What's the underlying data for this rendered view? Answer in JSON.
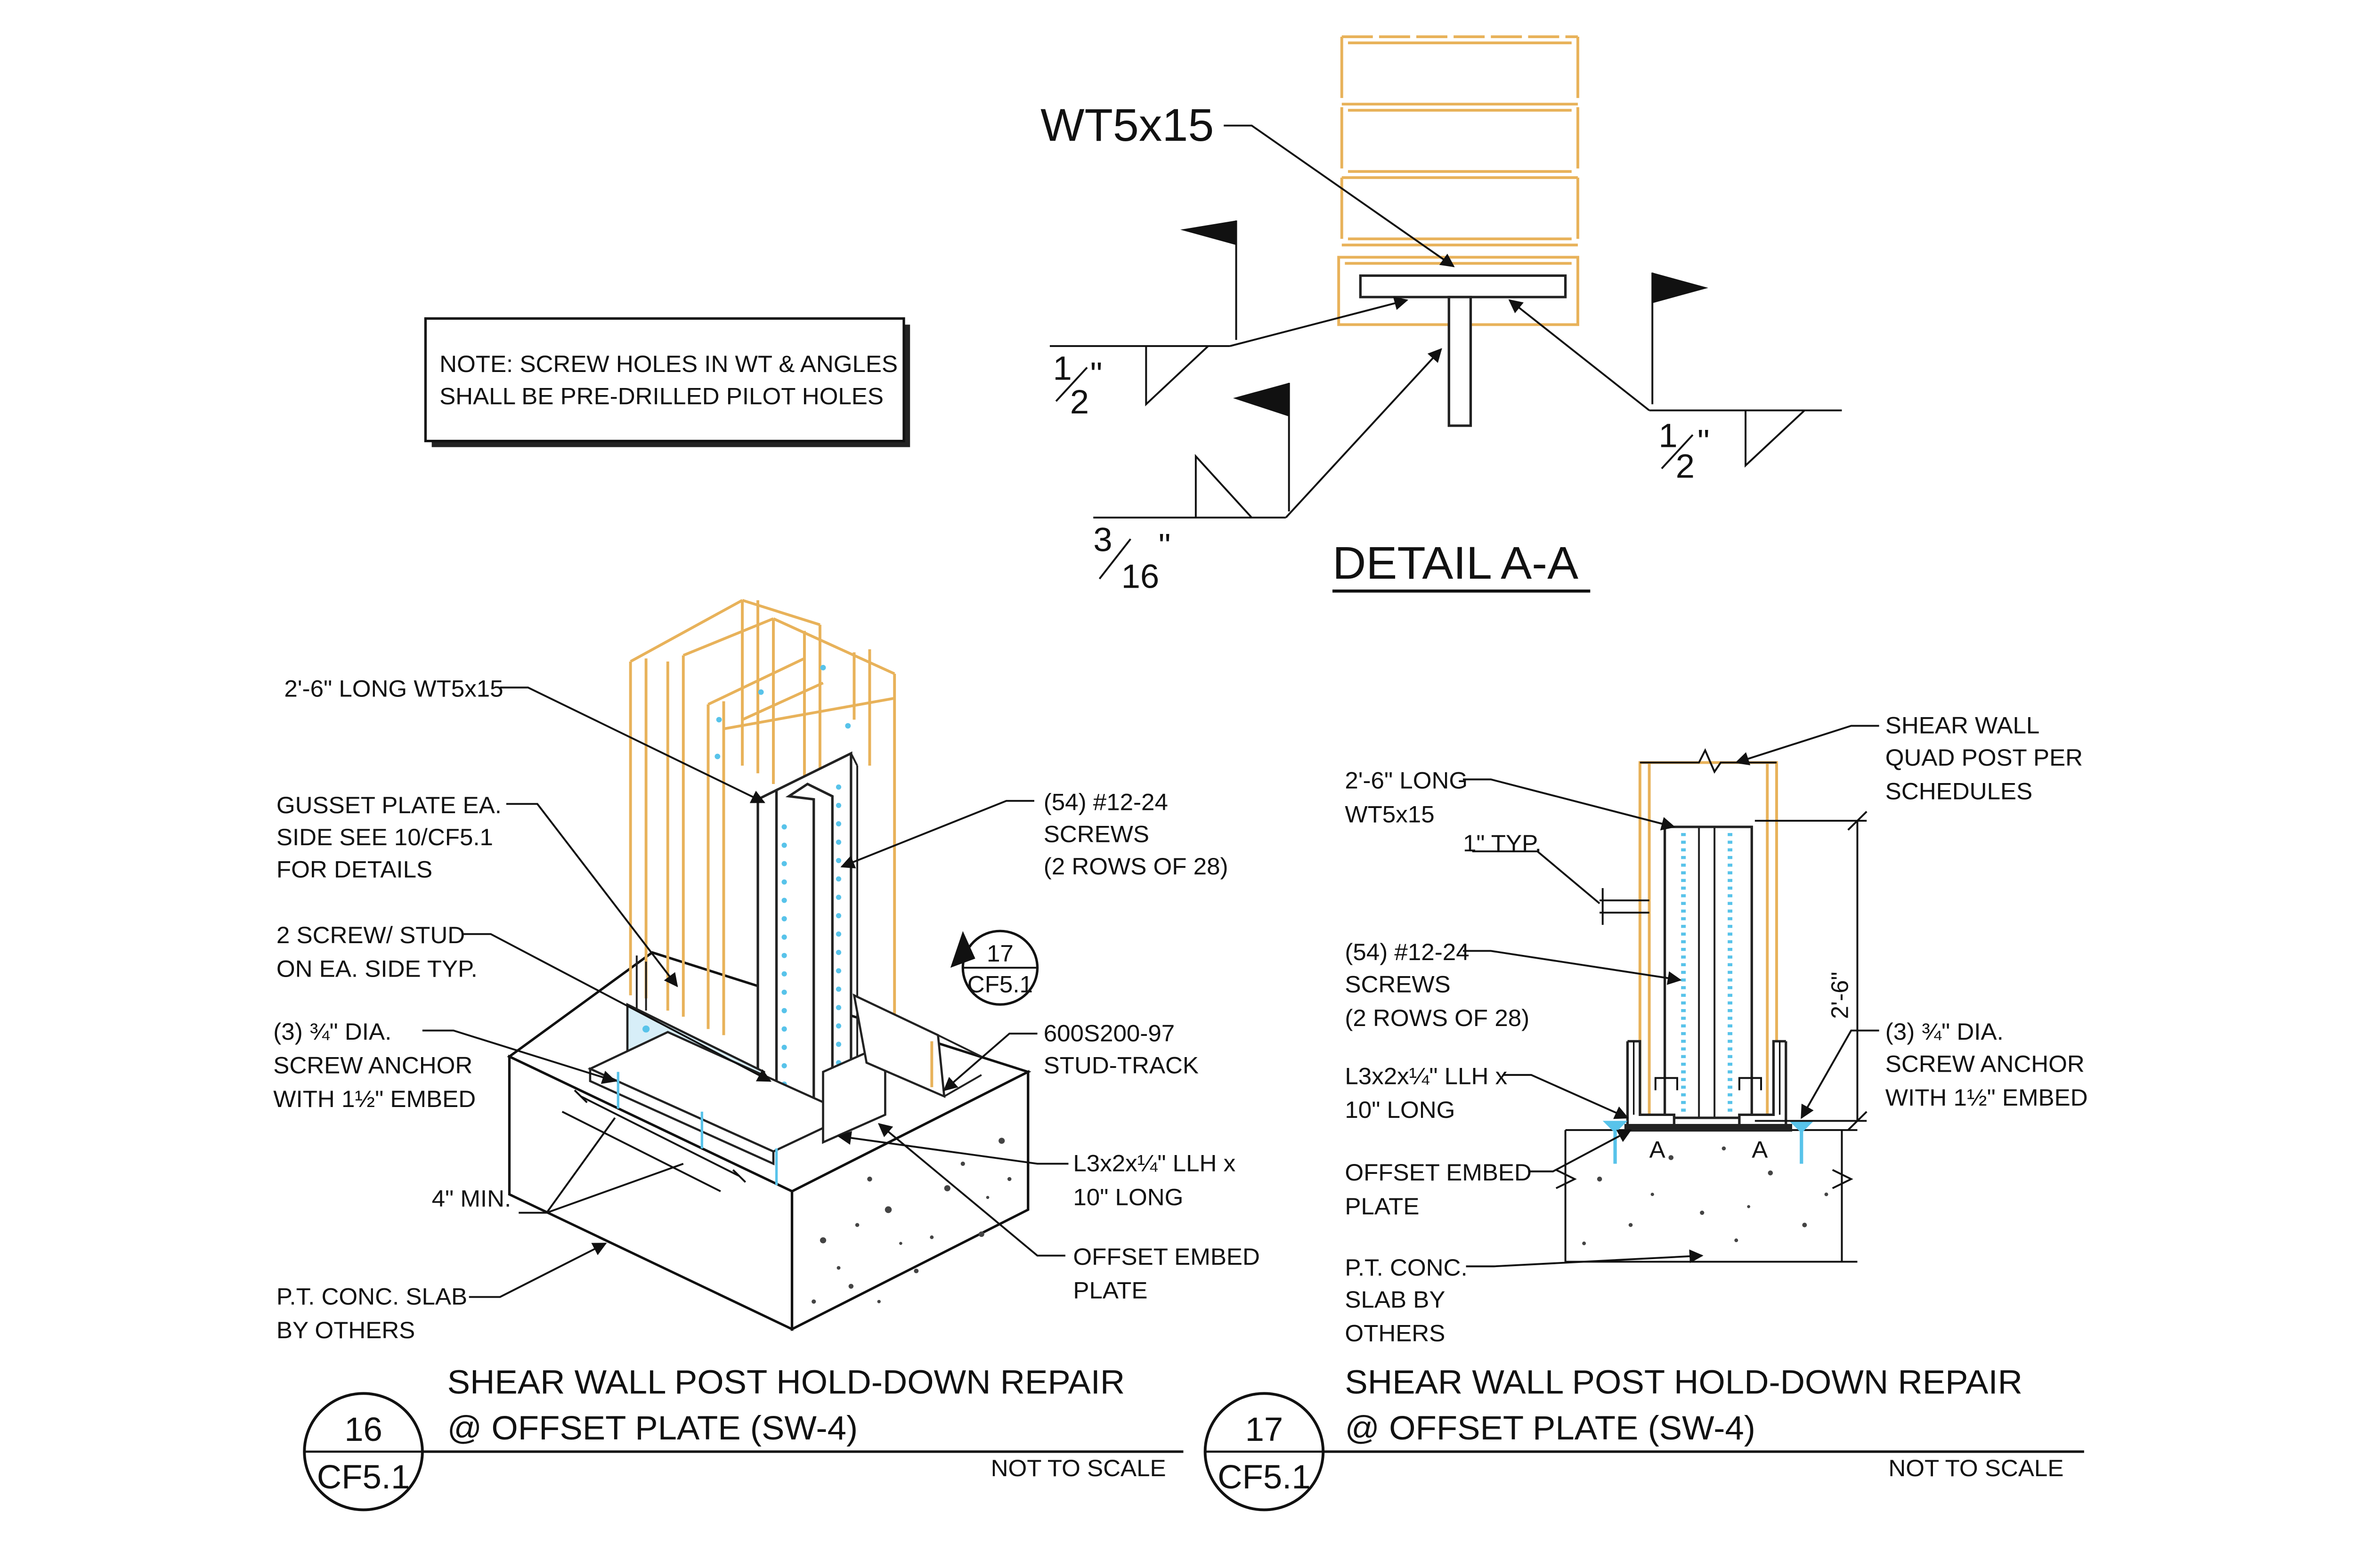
{
  "note": {
    "line1": "NOTE: SCREW HOLES IN WT & ANGLES",
    "line2": "SHALL BE PRE-DRILLED PILOT HOLES"
  },
  "detail_aa": {
    "member_label": "WT5x15",
    "title": "DETAIL A-A",
    "weld_left": {
      "num": "1",
      "den": "2",
      "unit": "\""
    },
    "weld_right": {
      "num": "1",
      "den": "2",
      "unit": "\""
    },
    "weld_bottom": {
      "num": "3",
      "den": "16",
      "unit": "\""
    }
  },
  "detail16": {
    "labels": {
      "wt_length": "2'-6\" LONG WT5x15",
      "gusset_1": "GUSSET PLATE EA.",
      "gusset_2": "SIDE SEE 10/CF5.1",
      "gusset_3": "FOR DETAILS",
      "screw_stud_1": "2 SCREW/ STUD",
      "screw_stud_2": "ON EA. SIDE TYP.",
      "anchor_1": "(3) ¾\" DIA.",
      "anchor_2": "SCREW ANCHOR",
      "anchor_3": "WITH 1½\" EMBED",
      "min_dim": "4\" MIN.",
      "slab_1": "P.T. CONC. SLAB",
      "slab_2": "BY OTHERS",
      "screws_1": "(54) #12-24",
      "screws_2": "SCREWS",
      "screws_3": "(2 ROWS OF 28)",
      "track_1": "600S200-97",
      "track_2": "STUD-TRACK",
      "angle_1": "L3x2x¼\" LLH x",
      "angle_2": "10\" LONG",
      "embed_1": "OFFSET EMBED",
      "embed_2": "PLATE"
    },
    "callout": {
      "num": "17",
      "sheet": "CF5.1"
    },
    "title_1": "SHEAR WALL POST HOLD-DOWN REPAIR",
    "title_2": "@ OFFSET PLATE (SW-4)",
    "bubble": {
      "num": "16",
      "sheet": "CF5.1"
    },
    "scale": "NOT TO SCALE"
  },
  "detail17": {
    "labels": {
      "wt_1": "2'-6\" LONG",
      "wt_2": "WT5x15",
      "typ": "1\" TYP.",
      "screws_1": "(54) #12-24",
      "screws_2": "SCREWS",
      "screws_3": "(2 ROWS OF 28)",
      "angle_1": "L3x2x¼\" LLH x",
      "angle_2": "10\" LONG",
      "embed_1": "OFFSET EMBED",
      "embed_2": "PLATE",
      "slab_1": "P.T. CONC.",
      "slab_2": "SLAB BY",
      "slab_3": "OTHERS",
      "quad_1": "SHEAR WALL",
      "quad_2": "QUAD POST PER",
      "quad_3": "SCHEDULES",
      "anchor_1": "(3) ¾\" DIA.",
      "anchor_2": "SCREW ANCHOR",
      "anchor_3": "WITH 1½\" EMBED",
      "height_dim": "2'-6\"",
      "section_a": "A"
    },
    "title_1": "SHEAR WALL POST HOLD-DOWN REPAIR",
    "title_2": "@ OFFSET PLATE (SW-4)",
    "bubble": {
      "num": "17",
      "sheet": "CF5.1"
    },
    "scale": "NOT TO SCALE"
  },
  "colors": {
    "stud": "#e8b25a",
    "screw": "#58c3ea",
    "line": "#111111"
  }
}
